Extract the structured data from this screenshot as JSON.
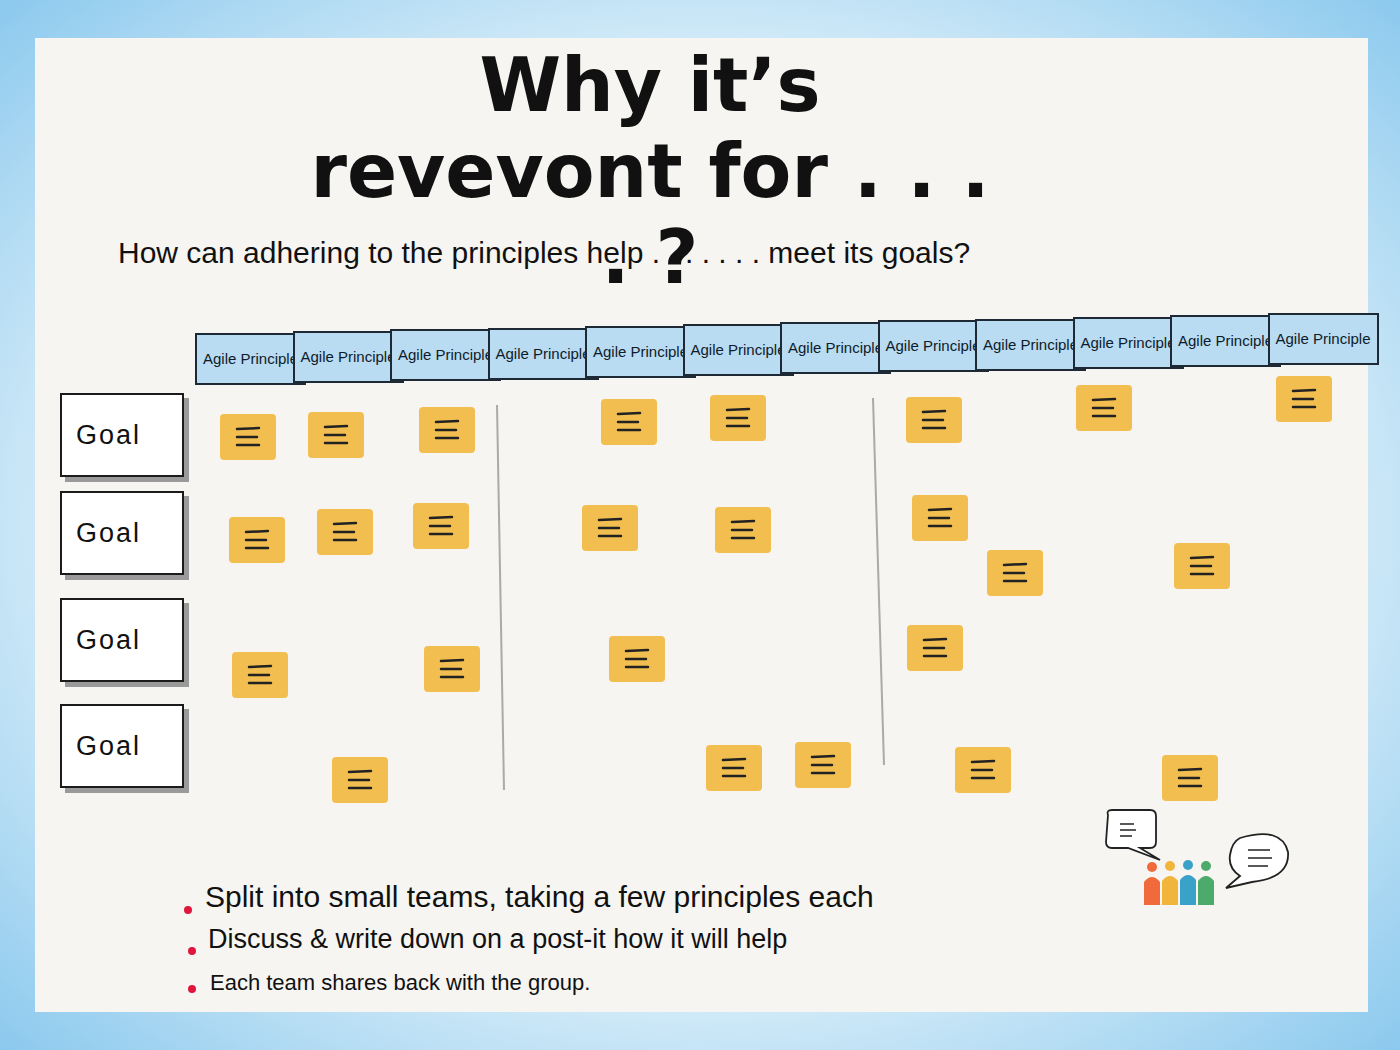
{
  "diagram": {
    "title": "Why it’s revevont for . . . . ?",
    "nodes": [
      {
        "text": [
          "Agile Principle"
        ]
      },
      {
        "text": [
          "Agile Principle"
        ]
      },
      {
        "text": [
          "Agile Principle"
        ]
      },
      {
        "text": [
          "Agile Principle"
        ]
      },
      {
        "text": [
          "Agile Principle"
        ]
      },
      {
        "text": [
          "Agile Principle"
        ]
      },
      {
        "text": [
          "Agile Principle"
        ]
      },
      {
        "text": [
          "Agile Principle"
        ]
      },
      {
        "text": [
          "Agile Principle"
        ]
      },
      {
        "text": [
          "Agile Principle"
        ]
      },
      {
        "text": [
          "Agile Principle"
        ]
      },
      {
        "text": [
          "Agile Principle"
        ]
      },
      {
        "text": [
          "Goal"
        ]
      },
      {
        "text": [
          "Goal"
        ]
      },
      {
        "text": [
          "Goal"
        ]
      },
      {
        "text": [
          "Goal"
        ]
      }
    ],
    "labels": [
      "How can adhering to the principles help . . . . . . . meet its goals?",
      "Split into small teams, taking a few principles each",
      "Discuss & write down on a post-it how it will help",
      "Each team shares back with the group."
    ]
  }
}
